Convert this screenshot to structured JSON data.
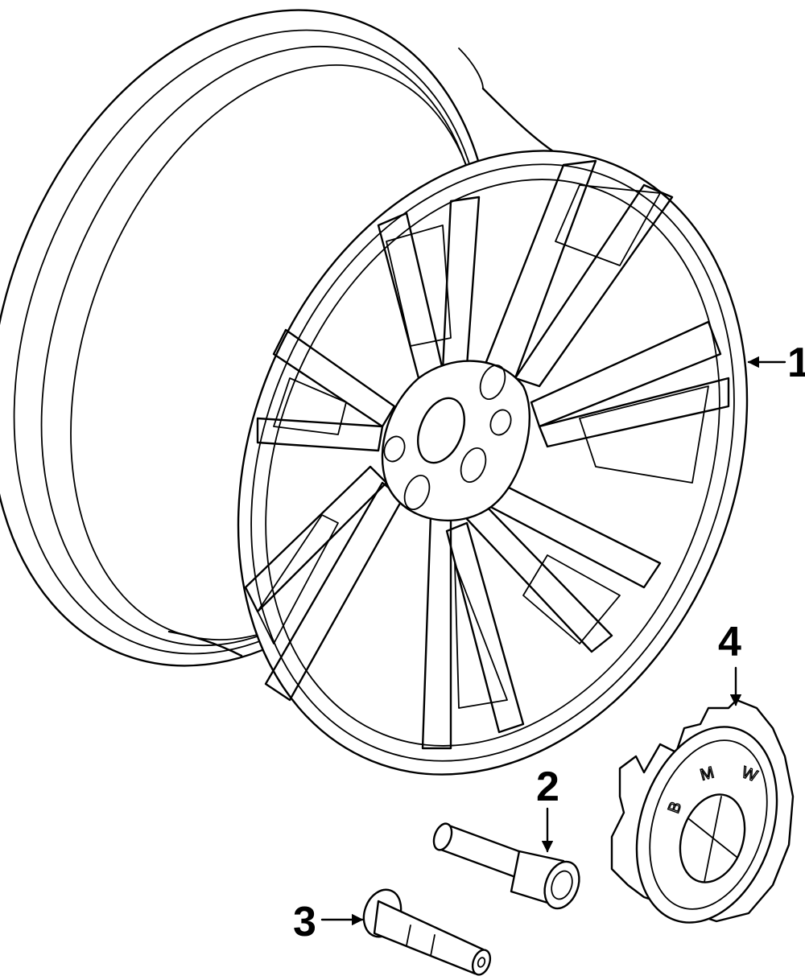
{
  "diagram": {
    "callouts": [
      {
        "id": "1",
        "label": "1"
      },
      {
        "id": "2",
        "label": "2"
      },
      {
        "id": "3",
        "label": "3"
      },
      {
        "id": "4",
        "label": "4"
      }
    ],
    "emblem_lettering": [
      "B",
      "M",
      "W"
    ],
    "colors": {
      "line": "#000000",
      "background": "#ffffff"
    }
  }
}
